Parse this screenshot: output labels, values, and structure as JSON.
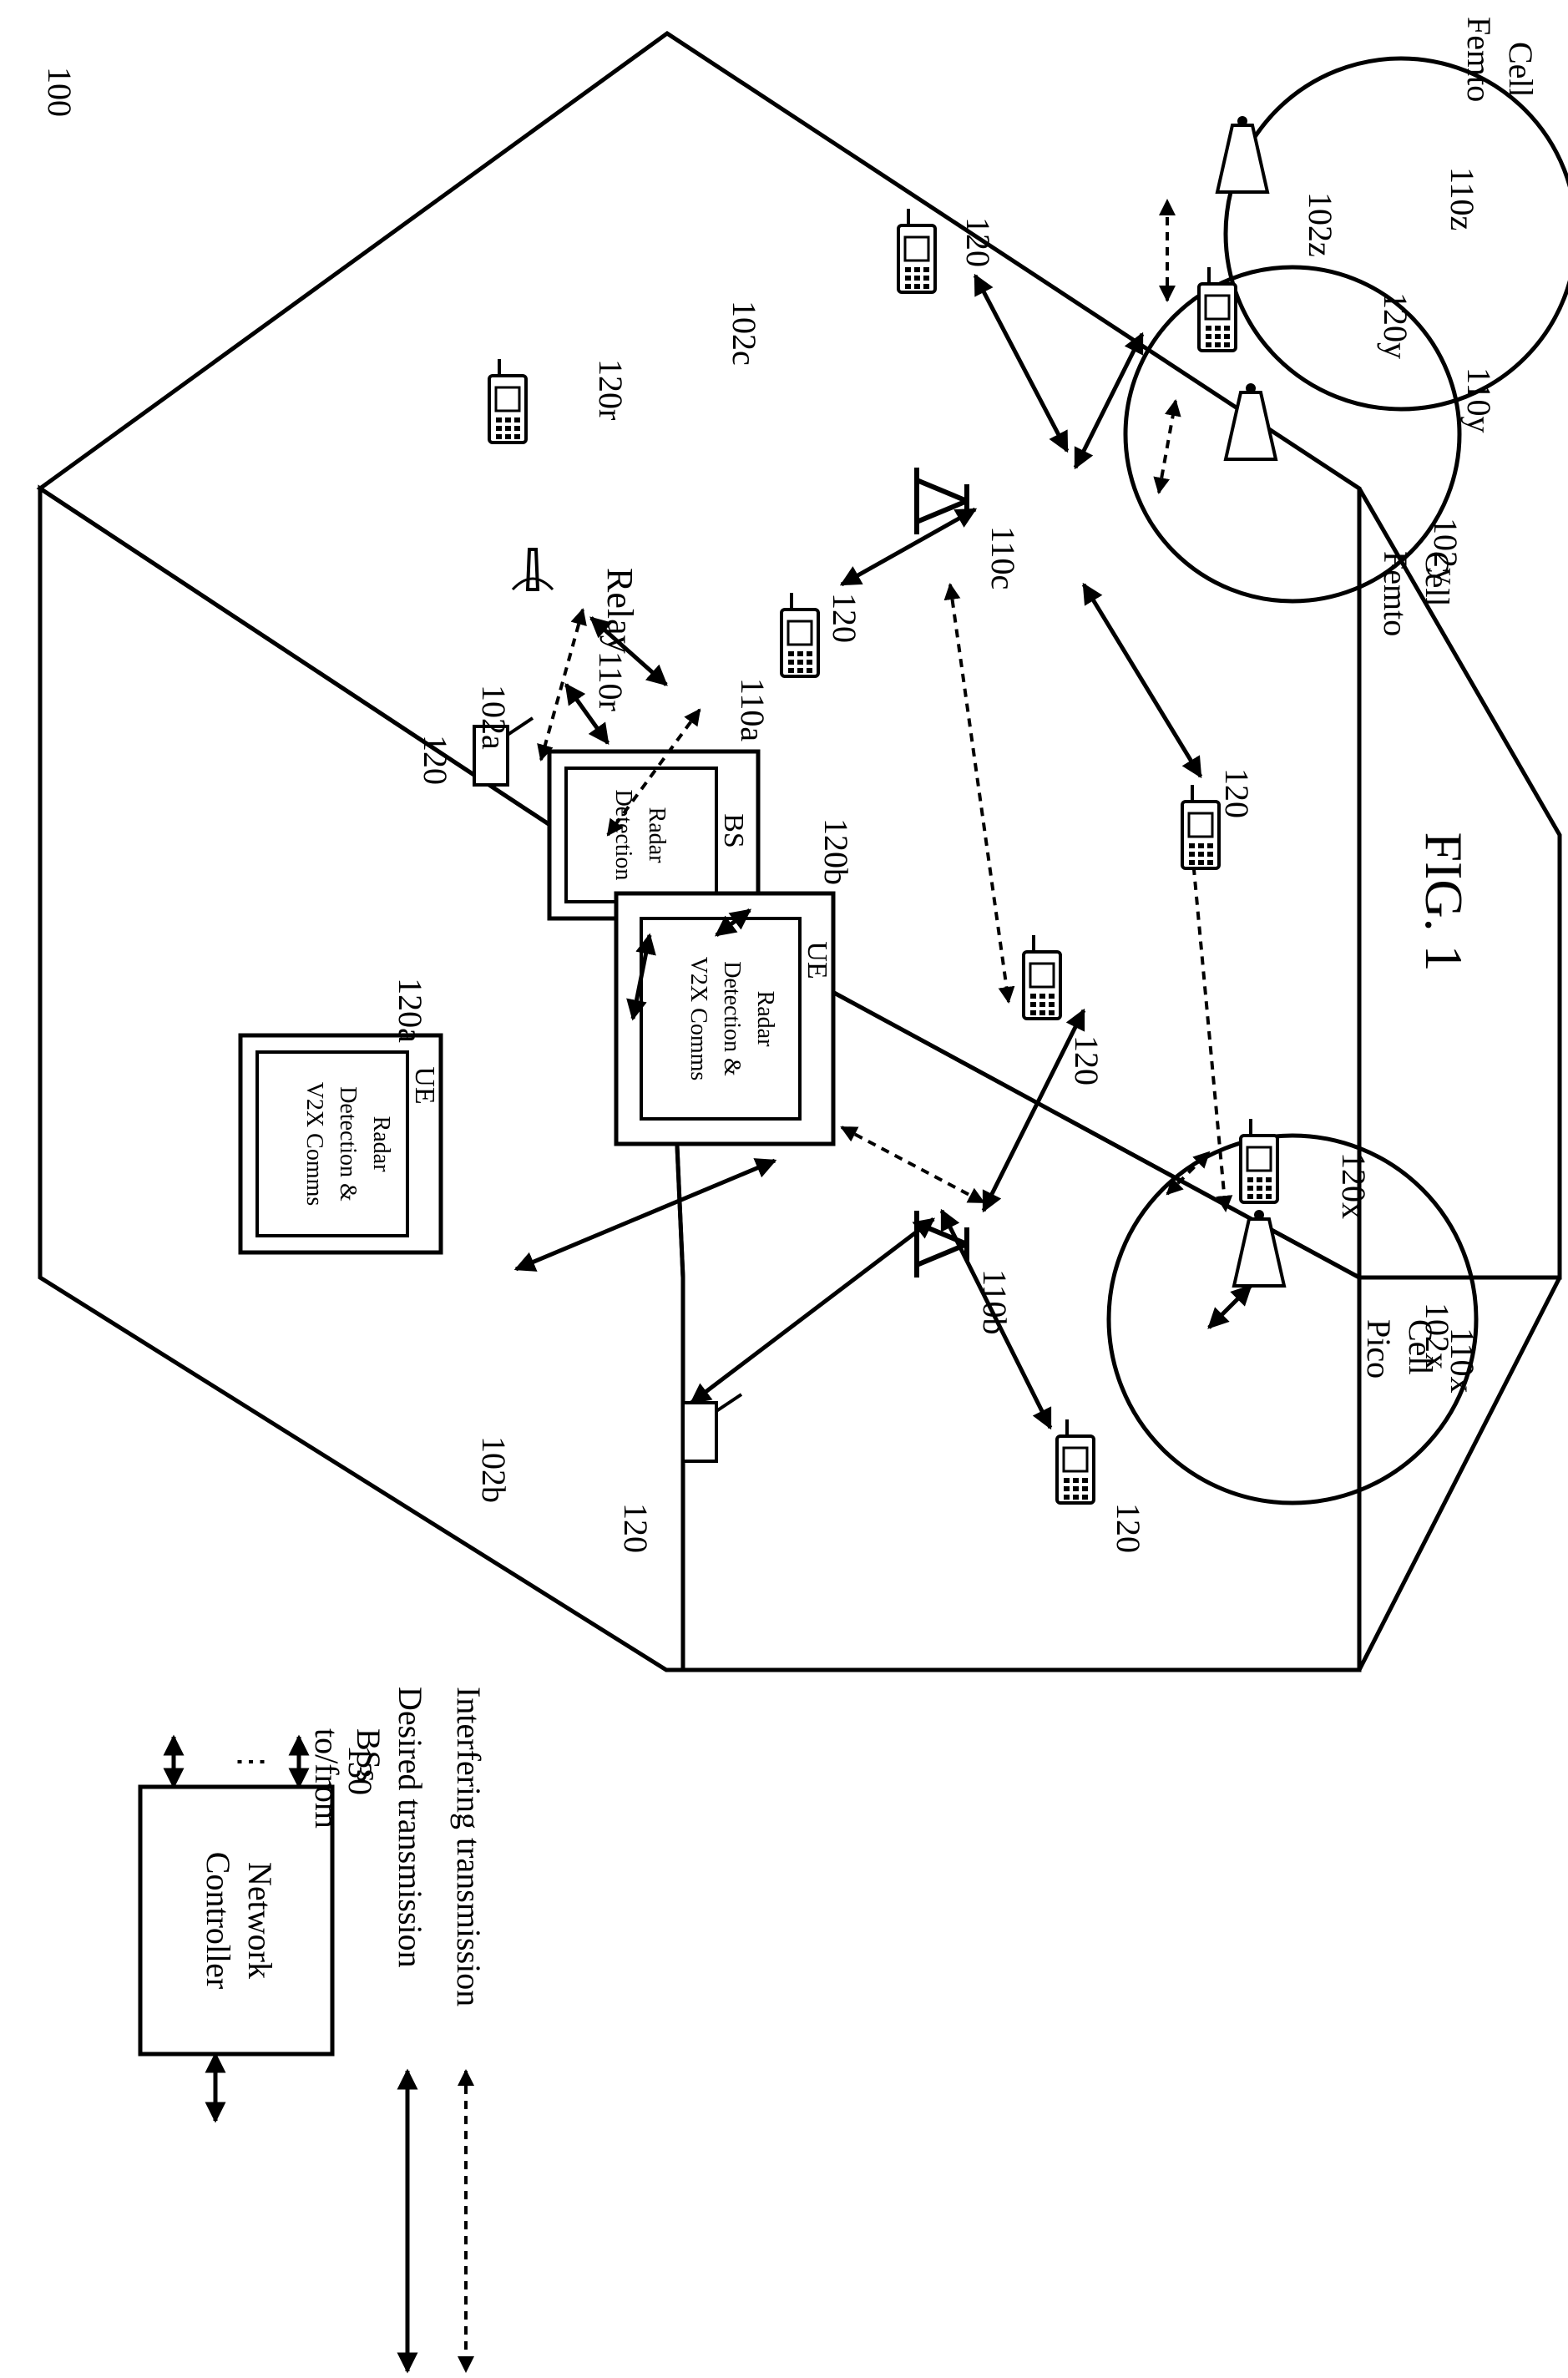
{
  "figure_label": "FIG. 1",
  "system_ref": "100",
  "cells": {
    "macro_a": "102a",
    "macro_b": "102b",
    "macro_c": "102c",
    "pico": "102x",
    "femto_y": "102y",
    "femto_z": "102z"
  },
  "base_stations": {
    "bs_a_ref": "110a",
    "bs_a_title": "BS",
    "bs_a_func_1": "Radar",
    "bs_a_func_2": "Detection",
    "bs_b_ref": "110b",
    "bs_c_ref": "110c",
    "relay_ref": "110r",
    "relay_label": "Relay",
    "pico_ref": "110x",
    "femto_y_ref": "110y",
    "femto_z_ref": "110z"
  },
  "ues": {
    "ue_a_ref": "120a",
    "ue_b_ref": "120b",
    "ue_title": "UE",
    "ue_func_1": "Radar",
    "ue_func_2": "Detection &",
    "ue_func_3": "V2X Comms",
    "ue_generic": "120",
    "ue_relay": "120r",
    "ue_x": "120x",
    "ue_y": "120y"
  },
  "cell_labels": {
    "pico_1": "Pico",
    "pico_2": "Cell",
    "femto_1": "Femto",
    "femto_2": "Cell"
  },
  "network_controller": {
    "ref": "130",
    "line1": "Network",
    "line2": "Controller",
    "to_from_1": "to/from",
    "to_from_2": "BSs"
  },
  "legend": {
    "desired": "Desired transmission",
    "interfering": "Interfering transmission"
  }
}
